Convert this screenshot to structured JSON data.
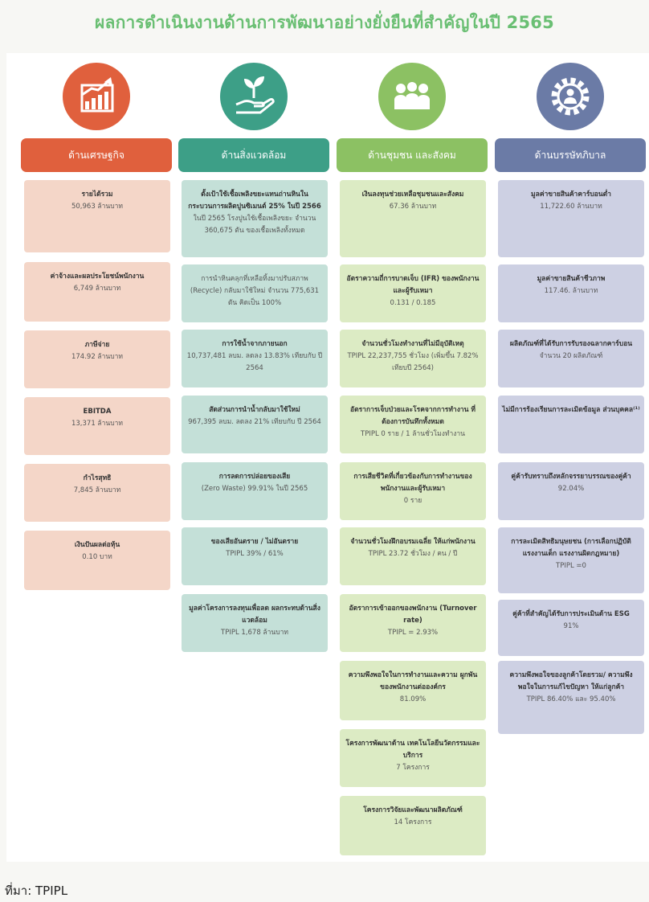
{
  "title": "ผลการดำเนินงานด้านการพัฒนาอย่างยั่งยืนที่สำคัญในปี 2565",
  "source": "ที่มา: TPIPL",
  "columns": {
    "economic": {
      "header": "ด้านเศรษฐกิจ",
      "color": "#e0603d",
      "icon": "growth-chart-icon",
      "items": [
        {
          "title": "รายได้รวม",
          "value": "50,963 ล้านบาท"
        },
        {
          "title": "ค่าจ้างและผลประโยชน์พนักงาน",
          "value": "6,749 ล้านบาท"
        },
        {
          "title": "ภาษีจ่าย",
          "value": "174.92 ล้านบาท"
        },
        {
          "title": "EBITDA",
          "value": "13,371 ล้านบาท"
        },
        {
          "title": "กำไรสุทธิ",
          "value": "7,845 ล้านบาท"
        },
        {
          "title": "เงินปันผลต่อหุ้น",
          "value": "0.10 บาท"
        }
      ]
    },
    "environment": {
      "header": "ด้านสิ่งแวดล้อม",
      "color": "#3d9f87",
      "icon": "hand-plant-icon",
      "items": [
        {
          "title": "ตั้งเป้าใช้เชื้อเพลิงขยะแทนถ่านหินใน กระบวนการผลิตปูนซิเมนต์ 25% ในปี 2566",
          "value": "ในปี 2565 โรงปูนใช้เชื้อเพลิงขยะ จำนวน 360,675 ตัน ของเชื้อเพลิงทั้งหมด"
        },
        {
          "title": "",
          "value": "การนำหินคลุกที่เหลือทิ้งมาปรับสภาพ (Recycle) กลับมาใช้ใหม่ จำนวน 775,631 ตัน คิดเป็น 100%"
        },
        {
          "title": "การใช้น้ำจากภายนอก",
          "value": "10,737,481 ลบม. ลดลง 13.83% เทียบกับ ปี 2564"
        },
        {
          "title": "สัดส่วนการนำน้ำกลับมาใช้ใหม่",
          "value": "967,395 ลบม. ลดลง 21% เทียบกับ ปี 2564"
        },
        {
          "title": "การลดการปล่อยของเสีย",
          "value": "(Zero Waste) 99.91% ในปี 2565"
        },
        {
          "title": "ของเสียอันตราย / ไม่อันตราย",
          "value": "TPIPL 39% / 61%"
        },
        {
          "title": "มูลค่าโครงการลงทุนเพื่อลด ผลกระทบด้านสิ่งแวดล้อม",
          "value": "TPIPL 1,678 ล้านบาท"
        }
      ]
    },
    "social": {
      "header": "ด้านชุมชน และสังคม",
      "color": "#8cc163",
      "icon": "community-people-icon",
      "items": [
        {
          "title": "เงินลงทุนช่วยเหลือชุมชนและสังคม",
          "value": "67.36 ล้านบาท"
        },
        {
          "title": "อัตราความถี่การบาดเจ็บ (IFR) ของพนักงานและผู้รับเหมา",
          "value": "0.131 / 0.185"
        },
        {
          "title": "จำนวนชั่วโมงทำงานที่ไม่มีอุบัติเหตุ",
          "value": "TPIPL 22,237,755 ชั่วโมง (เพิ่มขึ้น 7.82% เทียบปี 2564)"
        },
        {
          "title": "อัตราการเจ็บป่วยและโรคจากการทำงาน ที่ต้องการบันทึกทั้งหมด",
          "value": "TPIPL 0 ราย / 1 ล้านชั่วโมงทำงาน"
        },
        {
          "title": "การเสียชีวิตที่เกี่ยวข้องกับการทำงานของ พนักงานและผู้รับเหมา",
          "value": "0 ราย"
        },
        {
          "title": "จำนวนชั่วโมงฝึกอบรมเฉลี่ย ให้แก่พนักงาน",
          "value": "TPIPL 23.72 ชั่วโมง / คน / ปี"
        },
        {
          "title": "อัตราการเข้าออกของพนักงาน (Turnover rate)",
          "value": "TPIPL = 2.93%"
        },
        {
          "title": "ความพึงพอใจในการทำงานและความ ผูกพันของพนักงานต่อองค์กร",
          "value": "81.09%"
        },
        {
          "title": "โครงการพัฒนาด้าน เทคโนโลยีนวัตกรรมและบริการ",
          "value": "7 โครงการ"
        },
        {
          "title": "โครงการวิจัยและพัฒนาผลิตภัณฑ์",
          "value": "14 โครงการ"
        }
      ]
    },
    "governance": {
      "header": "ด้านบรรษัทภิบาล",
      "color": "#6b7ba6",
      "icon": "gear-person-icon",
      "items": [
        {
          "title": "มูลค่าขายสินค้าคาร์บอนต่ำ",
          "value": "11,722.60 ล้านบาท"
        },
        {
          "title": "มูลค่าขายสินค้าชีวภาพ",
          "value": "117.46. ล้านบาท"
        },
        {
          "title": "ผลิตภัณฑ์ที่ได้รับการรับรองฉลากคาร์บอน",
          "value": "จำนวน 20 ผลิตภัณฑ์"
        },
        {
          "title": "ไม่มีการร้องเรียนการละเมิดข้อมูล ส่วนบุคคล⁽¹⁾",
          "value": ""
        },
        {
          "title": "คู่ค้ารับทราบถึงหลักจรรยาบรรณของคู่ค้า",
          "value": "92.04%"
        },
        {
          "title": "การละเมิดสิทธิมนุษยชน (การเลือกปฏิบัติ แรงงานเด็ก แรงงานผิดกฎหมาย)",
          "value": "TPIPL =0"
        },
        {
          "title": "คู่ค้าที่สำคัญได้รับการประเมินด้าน ESG",
          "value": "91%"
        },
        {
          "title": "ความพึงพอใจของลูกค้าโดยรวม/ ความพึงพอใจในการแก้ไขปัญหา ให้แก่ลูกค้า",
          "value": "TPIPL 86.40% และ 95.40%"
        }
      ]
    }
  }
}
